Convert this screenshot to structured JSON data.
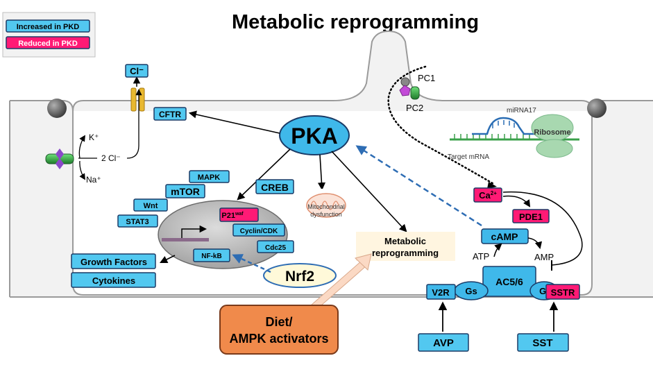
{
  "title": "Metabolic reprogramming",
  "legend": {
    "increased": "Increased in PKD",
    "reduced": "Reduced in PKD"
  },
  "colors": {
    "increased": "#52c8f0",
    "reduced": "#ff1a75",
    "cell": "#f2f2f2",
    "diet": "#f08a4b"
  },
  "labels": {
    "cl_top": "Cl⁻",
    "cftr": "CFTR",
    "pka": "PKA",
    "k": "K⁺",
    "two_cl": "2 Cl⁻",
    "na": "Na⁺",
    "mapk": "MAPK",
    "mtor": "mTOR",
    "wnt": "Wnt",
    "stat3": "STAT3",
    "creb": "CREB",
    "p21": "P21",
    "p21_sup": "waf",
    "cyclin": "Cyclin/CDK",
    "cdc25": "Cdc25",
    "nfkb": "NF-kB",
    "growth": "Growth Factors",
    "cytokines": "Cytokines",
    "nrf2": "Nrf2",
    "mito_1": "Mitochondrial",
    "mito_2": "dysfunction",
    "meta_1": "Metabolic",
    "meta_2": "reprogramming",
    "diet_1": "Diet/",
    "diet_2": "AMPK activators",
    "pc1": "PC1",
    "pc2": "PC2",
    "mirna": "miRNA17",
    "target": "Target mRNA",
    "ribosome": "Ribosome",
    "ca": "Ca",
    "ca_sup": "2+",
    "pde1": "PDE1",
    "camp": "cAMP",
    "atp": "ATP",
    "amp": "AMP",
    "ac56": "AC5/6",
    "gs": "Gs",
    "gi": "Gi",
    "v2r": "V2R",
    "sstr": "SSTR",
    "avp": "AVP",
    "sst": "SST"
  }
}
